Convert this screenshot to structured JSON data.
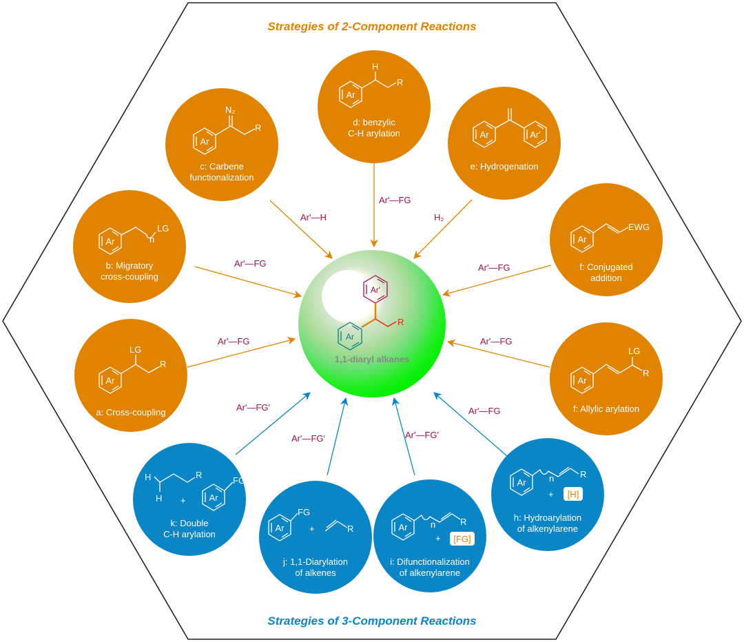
{
  "colors": {
    "two_component": "#e08300",
    "three_component": "#0a86c6",
    "reagent_label": "#a0104f",
    "center_sphere": "#22ee22",
    "hexagon_border": "#222222"
  },
  "titles": {
    "top": "Strategies of 2-Component Reactions",
    "bottom": "Strategies of 3-Component Reactions"
  },
  "center": {
    "label": "1,1-diaryl alkanes",
    "ring_top": "Ar'",
    "ring_bottom": "Ar",
    "substituent": "R"
  },
  "two_component": [
    {
      "id": "a",
      "caption": [
        "a: Cross-coupling"
      ],
      "groups": {
        "g1": "LG",
        "g2": "R"
      },
      "reagent": "Ar'—FG"
    },
    {
      "id": "b",
      "caption": [
        "b: Migratory",
        "cross-coupling"
      ],
      "groups": {
        "g1": "LG",
        "g2": "n"
      },
      "reagent": "Ar'—FG"
    },
    {
      "id": "c",
      "caption": [
        "c: Carbene",
        "functionalization"
      ],
      "groups": {
        "g1": "N₂",
        "g2": "R"
      },
      "reagent": "Ar'—H"
    },
    {
      "id": "d",
      "caption": [
        "d: benzylic",
        "C-H arylation"
      ],
      "groups": {
        "g1": "H",
        "g2": "R"
      },
      "reagent": "Ar'—FG"
    },
    {
      "id": "e",
      "caption": [
        "e: Hydrogenation"
      ],
      "groups": {
        "g1": "Ar'",
        "g2": ""
      },
      "reagent": "H₂"
    },
    {
      "id": "f1",
      "caption": [
        "f: Conjugated",
        "addition"
      ],
      "groups": {
        "g1": "EWG",
        "g2": ""
      },
      "reagent": "Ar'—FG"
    },
    {
      "id": "f2",
      "caption": [
        "f: Allylic arylation"
      ],
      "groups": {
        "g1": "LG",
        "g2": "R"
      },
      "reagent": "Ar'—FG"
    }
  ],
  "three_component": [
    {
      "id": "k",
      "caption": [
        "k: Double",
        "C-H arylation"
      ],
      "groups": {
        "h1": "H",
        "h2": "H",
        "r": "R",
        "fg": "FG",
        "plus": "+"
      },
      "reagent": "Ar'—FG'"
    },
    {
      "id": "j",
      "caption": [
        "j: 1,1-Diarylation",
        "of alkenes"
      ],
      "groups": {
        "fg": "FG",
        "r": "R",
        "plus": "+"
      },
      "reagent": "Ar'—FG'"
    },
    {
      "id": "i",
      "caption": [
        "i: Difunctionalization",
        "of alkenylarene"
      ],
      "groups": {
        "n": "n",
        "r": "R",
        "box": "[FG]",
        "plus": "+"
      },
      "reagent": "Ar'—FG'"
    },
    {
      "id": "h",
      "caption": [
        "h: Hydroarylation",
        "of alkenylarene"
      ],
      "groups": {
        "n": "n",
        "r": "R",
        "box": "[H]",
        "plus": "+"
      },
      "reagent": "Ar'—FG"
    }
  ],
  "ring_label": "Ar"
}
